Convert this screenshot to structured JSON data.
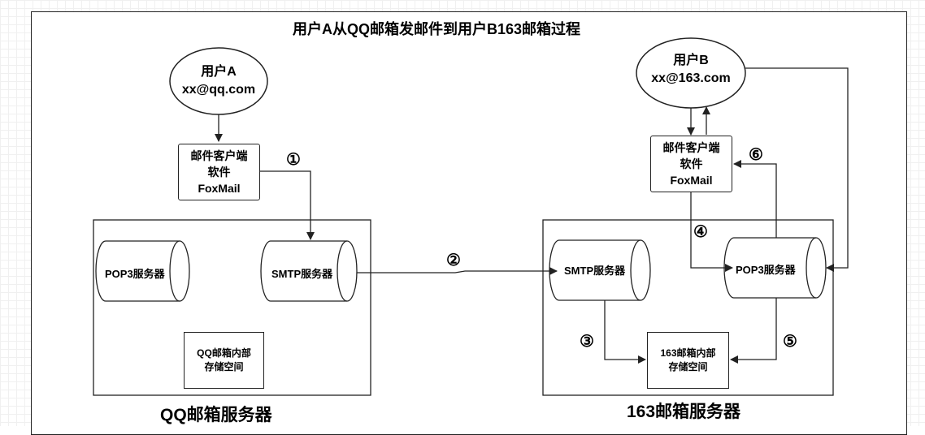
{
  "title": "用户A从QQ邮箱发邮件到用户B163邮箱过程",
  "user_a": {
    "name": "用户A",
    "email": "xx@qq.com"
  },
  "user_b": {
    "name": "用户B",
    "email": "xx@163.com"
  },
  "client_a": {
    "line1": "邮件客户端",
    "line2": "软件",
    "line3": "FoxMail"
  },
  "client_b": {
    "line1": "邮件客户端",
    "line2": "软件",
    "line3": "FoxMail"
  },
  "qq_server": {
    "label": "QQ邮箱服务器",
    "pop3": "POP3服务器",
    "smtp": "SMTP服务器",
    "storage_line1": "QQ邮箱内部",
    "storage_line2": "存储空间"
  },
  "server_163": {
    "label": "163邮箱服务器",
    "smtp": "SMTP服务器",
    "pop3": "POP3服务器",
    "storage_line1": "163邮箱内部",
    "storage_line2": "存储空间"
  },
  "steps": [
    "①",
    "②",
    "③",
    "④",
    "⑤",
    "⑥"
  ]
}
